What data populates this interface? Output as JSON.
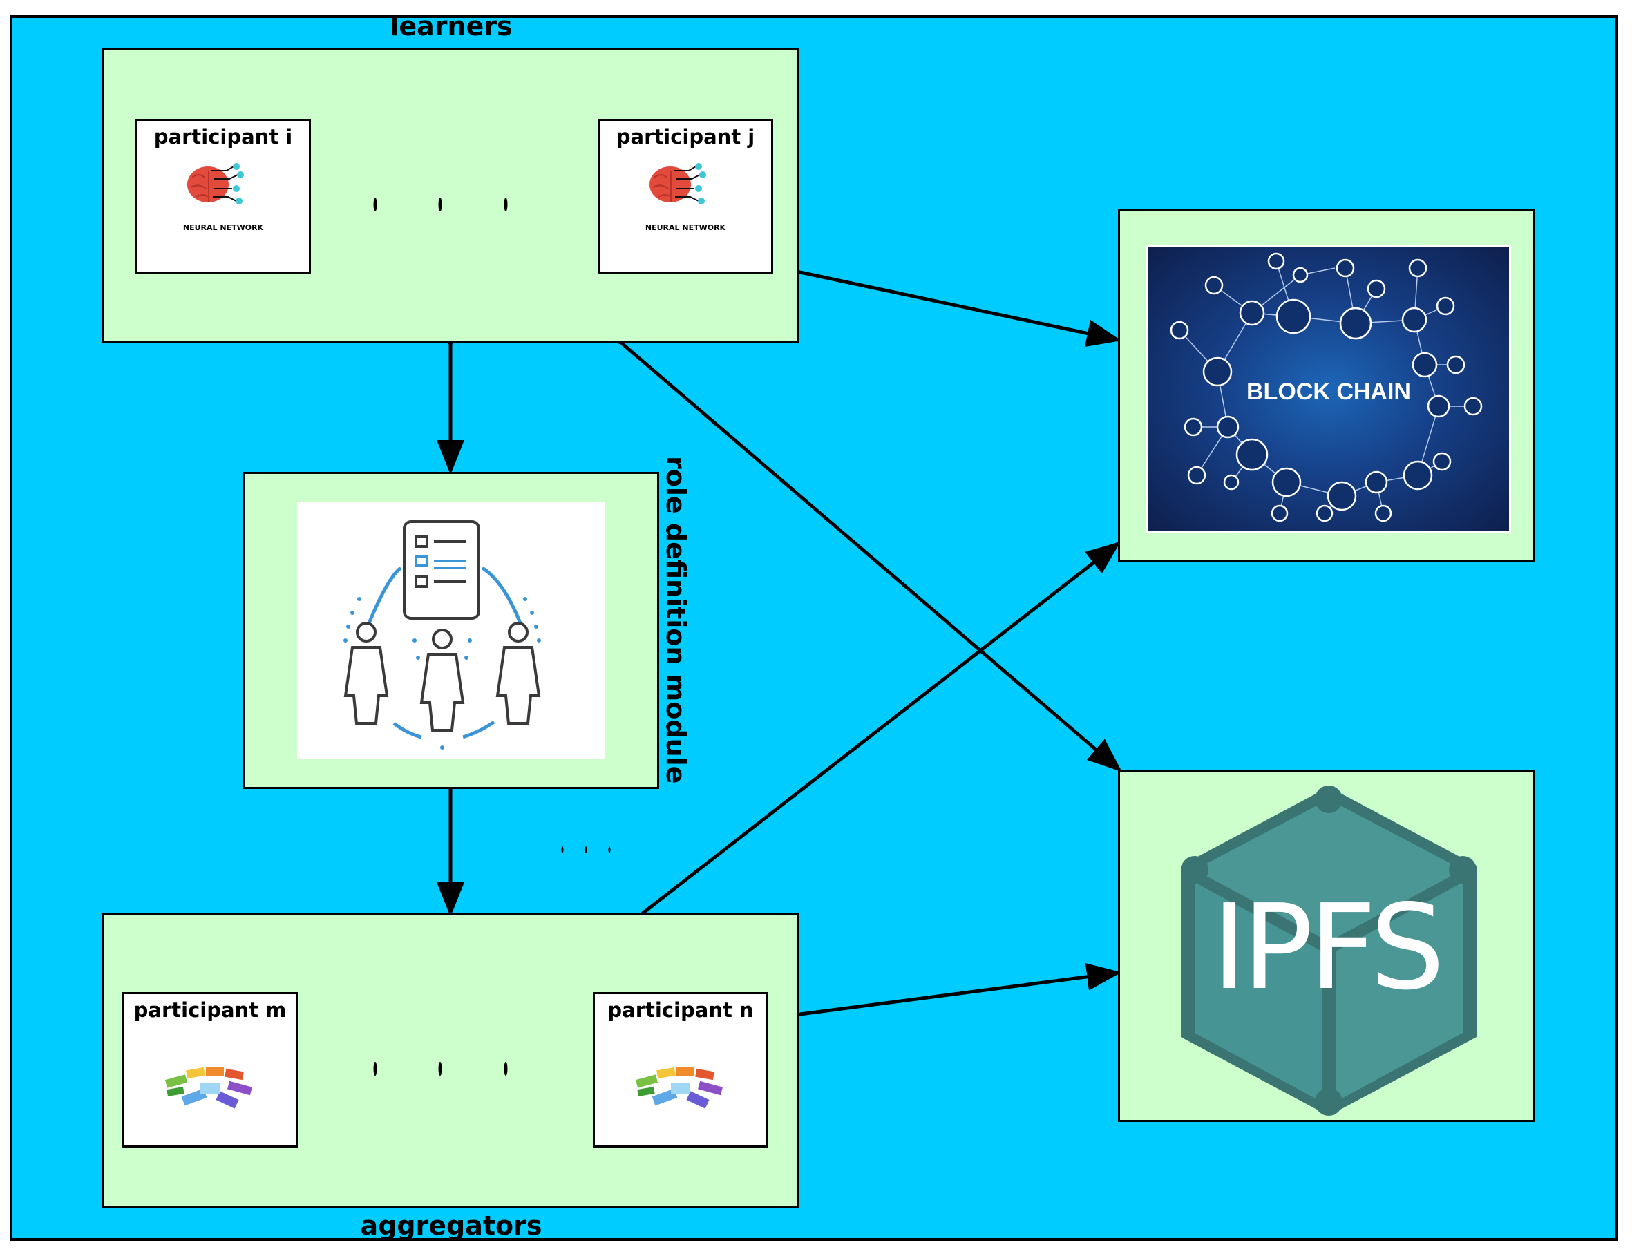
{
  "learners": {
    "title": "learners",
    "participant_left": "participant i",
    "participant_right": "participant j",
    "icon_caption": "NEURAL NETWORK"
  },
  "aggregators": {
    "title": "aggregators",
    "participant_left": "participant m",
    "participant_right": "participant n"
  },
  "role_module": {
    "title": "role definition module"
  },
  "blockchain": {
    "label": "BLOCK CHAIN"
  },
  "storage": {
    "label": "IPFS"
  },
  "colors": {
    "background": "#00ccff",
    "box_fill": "#ccffcc",
    "ipfs": "#469594",
    "blockchain_bg": "#12306a"
  }
}
